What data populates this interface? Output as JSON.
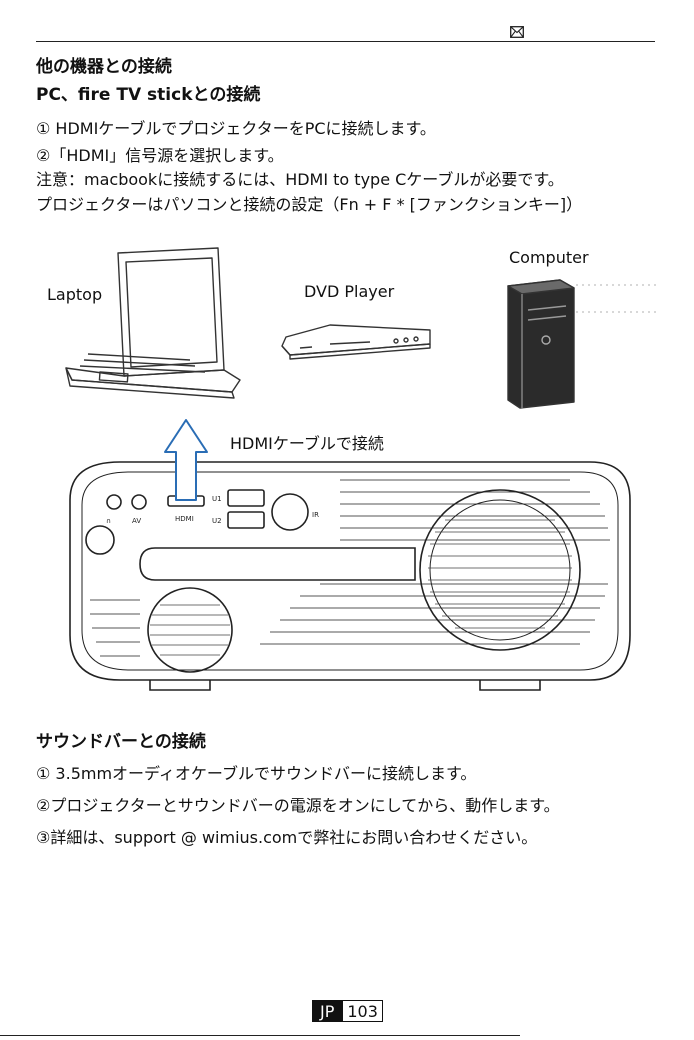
{
  "section_title": "他の機器との接続",
  "subsection_pc": "PC、fire TV stickとの接続",
  "pc_steps": [
    "① HDMIケーブルでプロジェクターをPCに接続します。",
    "②「HDMI」信号源を選択します。",
    "注意：macbookに接続するには、HDMI to type Cケーブルが必要です。",
    "プロジェクターはパソコンと接続の設定（Fn + F * [ファンクションキー]）"
  ],
  "figure": {
    "label_laptop": "Laptop",
    "label_dvd": "DVD Player",
    "label_computer": "Computer",
    "label_hdmi_cable": "HDMIケーブルで接続",
    "port_labels": {
      "av": "AV",
      "hdmi": "HDMI",
      "u1": "U1",
      "u2": "U2",
      "ir": "IR"
    }
  },
  "subsection_soundbar": "サウンドバーとの接続",
  "soundbar_steps": [
    "① 3.5mmオーディオケーブルでサウンドバーに接続します。",
    "②プロジェクターとサウンドバーの電源をオンにしてから、動作します。",
    "③詳細は、support @ wimius.comで弊社にお問い合わせください。"
  ],
  "page": {
    "lang": "JP",
    "number": "103"
  },
  "icons": {
    "header": "envelope-icon"
  },
  "colors": {
    "text": "#111111",
    "arrow": "#2a6db5"
  }
}
